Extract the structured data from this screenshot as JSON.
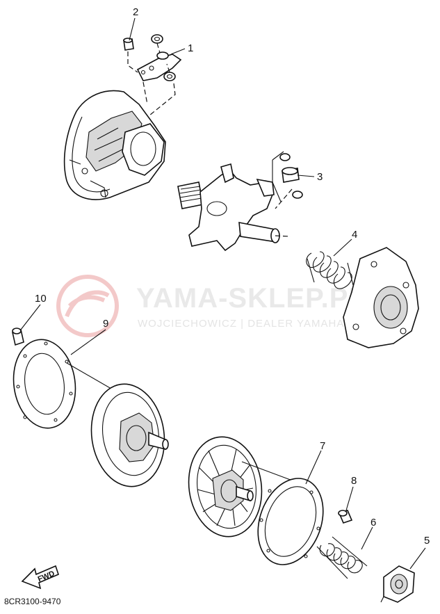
{
  "watermark": {
    "brand": "YAMA-SKLEP.PL",
    "dealer": "WOJCIECHOWICZ | DEALER YAMAHA",
    "color": "#f3c9c9"
  },
  "diagram_code": "8CR3100-9470",
  "direction_label": "FWD",
  "callouts": {
    "c1": "1",
    "c2": "2",
    "c3": "3",
    "c4": "4",
    "c5": "5",
    "c6": "6",
    "c7": "7",
    "c8": "8",
    "c9": "9",
    "c10": "10"
  }
}
